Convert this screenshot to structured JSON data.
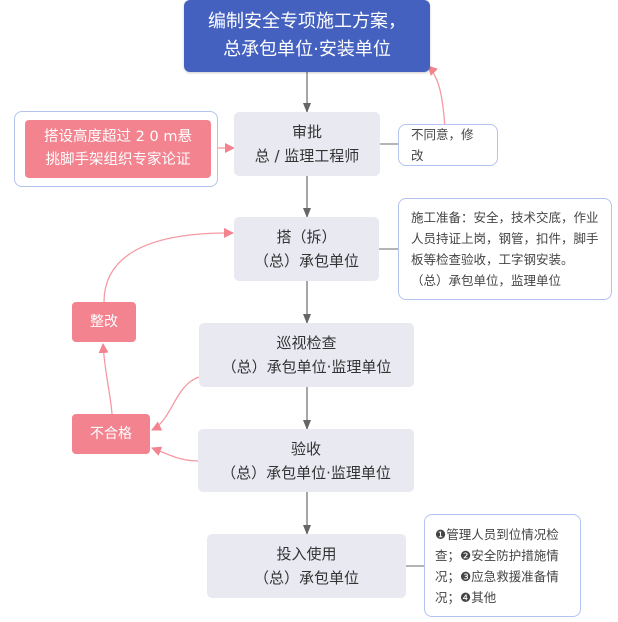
{
  "diagram": {
    "start": {
      "line1": "编制安全专项施工方案，",
      "line2": "总承包单位·安装单位"
    },
    "steps": [
      {
        "id": "approve",
        "title": "审批",
        "sub": "总 / 监理工程师"
      },
      {
        "id": "erect",
        "title": "搭（拆）",
        "sub": "（总）承包单位"
      },
      {
        "id": "patrol",
        "title": "巡视检查",
        "sub": "（总）承包单位·监理单位"
      },
      {
        "id": "accept",
        "title": "验收",
        "sub": "（总）承包单位·监理单位"
      },
      {
        "id": "use",
        "title": "投入使用",
        "sub": "（总）承包单位"
      }
    ],
    "expert_review": {
      "line1": "搭设高度超过 2 0 m悬",
      "line2": "挑脚手架组织专家论证"
    },
    "rectify": "整改",
    "unqualified": "不合格",
    "notes": {
      "reject": "不同意，修改",
      "prep": [
        "施工准备：安全，技术交底，作业",
        "人员持证上岗，钢管，扣件，脚手",
        "板等检查验收，工字钢安装。",
        "（总）承包单位，监理单位"
      ],
      "use_check": [
        "❶管理人员到位情况检",
        "查；❷安全防护措施情",
        "况；❸应急救援准备情",
        "况；❹其他"
      ]
    },
    "colors": {
      "start": "#4461c0",
      "step": "#e9e9f2",
      "alert": "#f2838f",
      "note_border": "#b4c2f0",
      "arrow": "#666666",
      "alert_line": "#f59aa3"
    }
  }
}
